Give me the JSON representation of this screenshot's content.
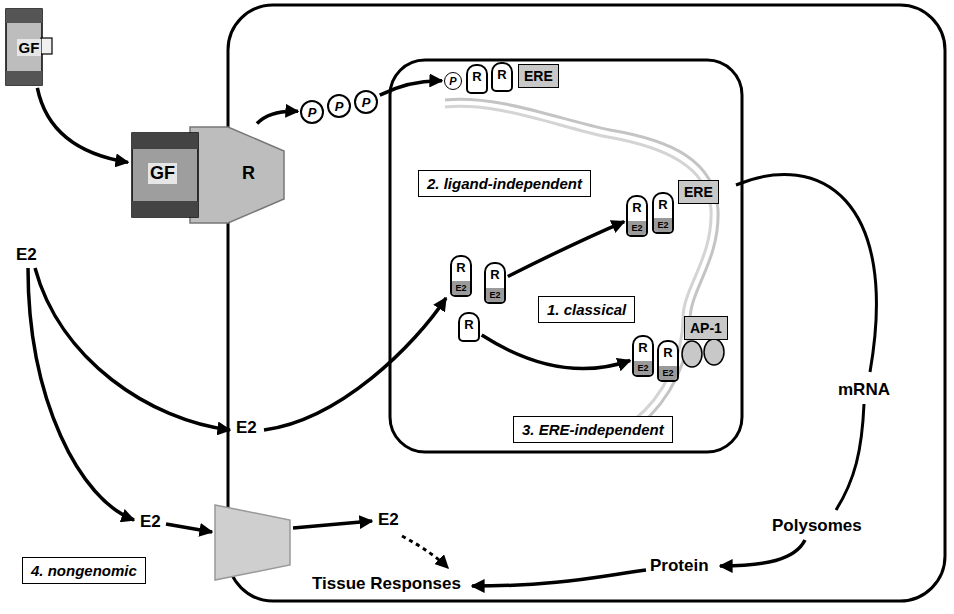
{
  "diagram": {
    "nodes": [
      {
        "text": [
          "GF"
        ]
      },
      {
        "text": [
          "GF",
          "R"
        ]
      },
      {
        "text": [
          "P"
        ]
      },
      {
        "text": [
          "P"
        ]
      },
      {
        "text": [
          "P"
        ]
      },
      {
        "text": [
          "2. ligand-independent"
        ]
      },
      {
        "text": [
          "1. classical"
        ]
      },
      {
        "text": [
          "3. ERE-independent"
        ]
      },
      {
        "text": [
          "4. nongenomic"
        ]
      },
      {
        "text": [
          "ERE"
        ]
      },
      {
        "text": [
          "ERE"
        ]
      },
      {
        "text": [
          "AP-1"
        ]
      },
      {
        "text": [
          "P"
        ]
      },
      {
        "text": [
          "R"
        ]
      },
      {
        "text": [
          "R"
        ]
      },
      {
        "text": [
          "R",
          "E2"
        ]
      },
      {
        "text": [
          "R",
          "E2"
        ]
      },
      {
        "text": [
          "R",
          "E2"
        ]
      },
      {
        "text": [
          "R",
          "E2"
        ]
      },
      {
        "text": [
          "R",
          "E2"
        ]
      },
      {
        "text": [
          "R",
          "E2"
        ]
      },
      {
        "text": [
          "R"
        ]
      }
    ],
    "edges": [
      {
        "from": 0,
        "to": 1,
        "arrow": "to"
      },
      {
        "from": 1,
        "to": 2,
        "arrow": "to"
      },
      {
        "from": 4,
        "to": 12,
        "arrow": "to"
      },
      {
        "from": 20,
        "to": 15,
        "arrow": "to"
      },
      {
        "from": 21,
        "to": 17,
        "arrow": "to"
      }
    ],
    "labels": [
      "E2",
      "E2",
      "E2",
      "E2",
      "mRNA",
      "Polysomes",
      "Protein",
      "Tissue Responses"
    ]
  }
}
